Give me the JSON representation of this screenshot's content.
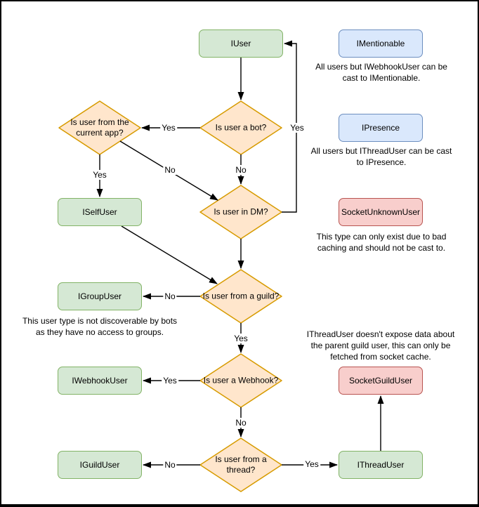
{
  "diagram": {
    "nodes": {
      "iuser": "IUser",
      "imentionable": "IMentionable",
      "ipresence": "IPresence",
      "iselfuser": "ISelfUser",
      "socketunknownuser": "SocketUnknownUser",
      "igroupuser": "IGroupUser",
      "iwebhookuser": "IWebhookUser",
      "socketguilduser": "SocketGuildUser",
      "iguilduser": "IGuildUser",
      "ithreaduser": "IThreadUser"
    },
    "decisions": {
      "is_bot": "Is user a bot?",
      "from_current_app": "Is user from the current app?",
      "in_dm": "Is user in DM?",
      "from_guild": "Is user from a guild?",
      "is_webhook": "Is user a Webhook?",
      "from_thread": "Is user from a thread?"
    },
    "edge_labels": {
      "bot_yes": "Yes",
      "app_yes": "Yes",
      "app_no": "No",
      "bot_no": "No",
      "dm_yes": "Yes",
      "guild_no": "No",
      "guild_yes": "Yes",
      "webhook_yes": "Yes",
      "webhook_no": "No",
      "thread_no": "No",
      "thread_yes": "Yes"
    },
    "annotations": {
      "mentionable": "All users but IWebhookUser can be cast to IMentionable.",
      "presence": "All users but IThreadUser can be cast to IPresence.",
      "unknown_user": "This type can only exist due to bad caching and should not be cast to.",
      "group_user": "This user type is not discoverable by bots as they have no access to groups.",
      "thread_user": "IThreadUser doesn't expose data about the parent guild user, this can only be fetched from socket cache."
    },
    "colors": {
      "green_fill": "#d5e8d4",
      "green_stroke": "#82b366",
      "blue_fill": "#dae8fc",
      "blue_stroke": "#6c8ebf",
      "orange_fill": "#ffe6cc",
      "orange_stroke": "#d79b00",
      "red_fill": "#f8cecc",
      "red_stroke": "#b85450",
      "edge": "#000000",
      "background": "#ffffff",
      "frame_border": "#000000"
    }
  }
}
